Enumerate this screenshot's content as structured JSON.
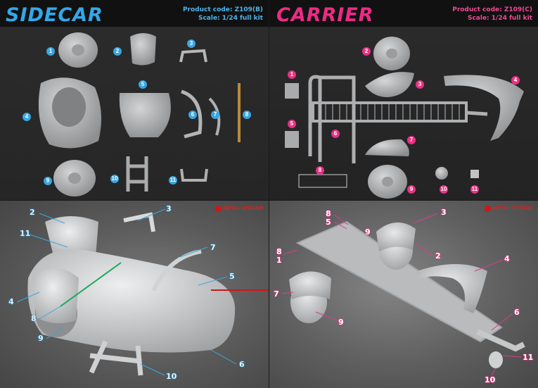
{
  "sidecar": {
    "title": "SIDECAR",
    "product_code": "Product code: Z109(B)",
    "scale": "Scale: 1/24 full kit",
    "parts": [
      "1",
      "2",
      "3",
      "4",
      "5",
      "6",
      "7",
      "8",
      "9",
      "10",
      "11"
    ],
    "callouts": [
      "2",
      "3",
      "11",
      "7",
      "5",
      "4",
      "8",
      "9",
      "10",
      "6"
    ],
    "sticker": "METAL STICKER"
  },
  "carrier": {
    "title": "CARRIER",
    "product_code": "Product code: Z109(C)",
    "scale": "Scale: 1/24 full kit",
    "parts": [
      "1",
      "2",
      "3",
      "4",
      "5",
      "6",
      "7",
      "8",
      "9",
      "10",
      "11"
    ],
    "callouts": [
      "8",
      "5",
      "3",
      "8",
      "1",
      "2",
      "4",
      "9",
      "7",
      "6",
      "11",
      "10",
      "9"
    ],
    "sticker": "METAL STICKER"
  },
  "colors": {
    "sidecar_accent": "#33a8e8",
    "carrier_accent": "#ee2a86",
    "part_grey": "#a7a9ab",
    "sticker_red": "#d01616"
  }
}
